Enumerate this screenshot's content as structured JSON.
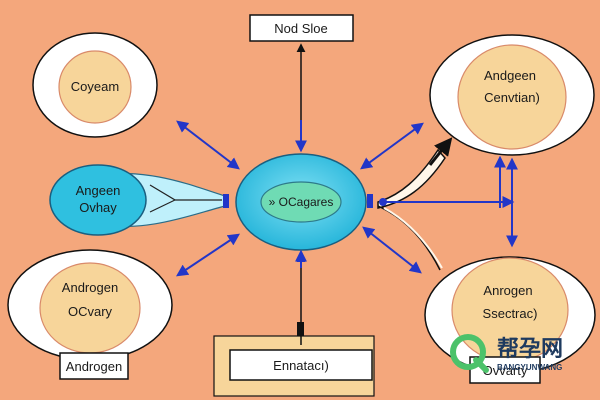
{
  "diagram": {
    "top_box": {
      "label": "Nod Sloe"
    },
    "bottom_box": {
      "label": "Ennatacı)"
    },
    "center": {
      "label": "» OCagares"
    },
    "left_top_node": {
      "label": "Coyeam"
    },
    "left_mid_node": {
      "line1": "Angeen",
      "line2": "Ovhay"
    },
    "left_bottom_node": {
      "line1": "Androgen",
      "line2": "OCvary"
    },
    "left_bottom_box": {
      "label": "Androgen"
    },
    "right_top_node": {
      "line1": "Andgeen",
      "line2": "Cenvtian)"
    },
    "right_bottom_node": {
      "line1": "Anrogen",
      "line2": "Ssectrac)"
    },
    "right_bottom_box": {
      "label": "Ovvarty"
    }
  },
  "watermark": {
    "title": "帮孕网",
    "subtitle": "BANGYUNWANG"
  },
  "colors": {
    "background": "#f4a77c",
    "node_fill": "#f7d59a",
    "node_ring": "#ffffff",
    "center_fill": "#2fc0e0",
    "arrow_blue": "#2236c8",
    "arrow_black": "#111111",
    "watermark_green": "#4cc26a"
  },
  "icons": {
    "watermark_logo": "q-logo-icon"
  }
}
